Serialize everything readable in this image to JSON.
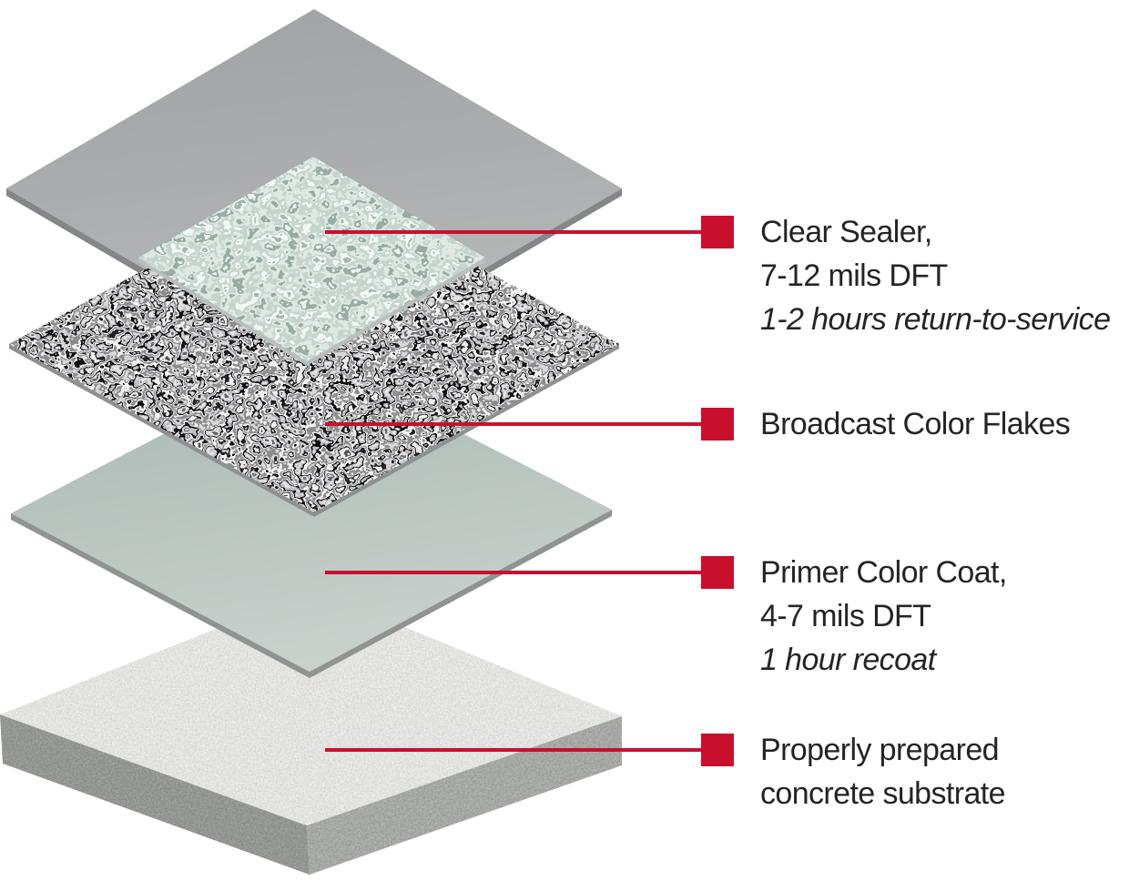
{
  "figure": {
    "type": "exploded-layer-diagram",
    "colors": {
      "accent_red": "#c8102e",
      "text": "#272325",
      "plate_gray": "#abadaf",
      "flake_light": "#e2e9e5",
      "flake_dark_base": "#d8d8d8",
      "primer_green": "#b9c5c0",
      "concrete_top": "#e3e4e2",
      "concrete_side": "#a4a6a4",
      "background": "#ffffff"
    },
    "layers": [
      {
        "id": "clear-sealer-plate",
        "appearance_color": "#abadaf"
      },
      {
        "id": "sealed-flake-surface",
        "appearance_color": "#e2e9e5"
      },
      {
        "id": "broadcast-flakes",
        "appearance_color": "#d8d8d8"
      },
      {
        "id": "primer-color-coat",
        "appearance_color": "#b9c5c0"
      },
      {
        "id": "concrete-substrate",
        "appearance_color": "#e3e4e2"
      }
    ],
    "callouts": [
      {
        "lines": [
          "Clear Sealer,",
          "7-12 mils DFT",
          "1-2 hours return-to-service"
        ]
      },
      {
        "lines": [
          "Broadcast Color Flakes"
        ]
      },
      {
        "lines": [
          "Primer Color Coat,",
          "4-7 mils DFT",
          "1 hour recoat"
        ]
      },
      {
        "lines": [
          "Properly prepared",
          "concrete substrate"
        ]
      }
    ]
  }
}
